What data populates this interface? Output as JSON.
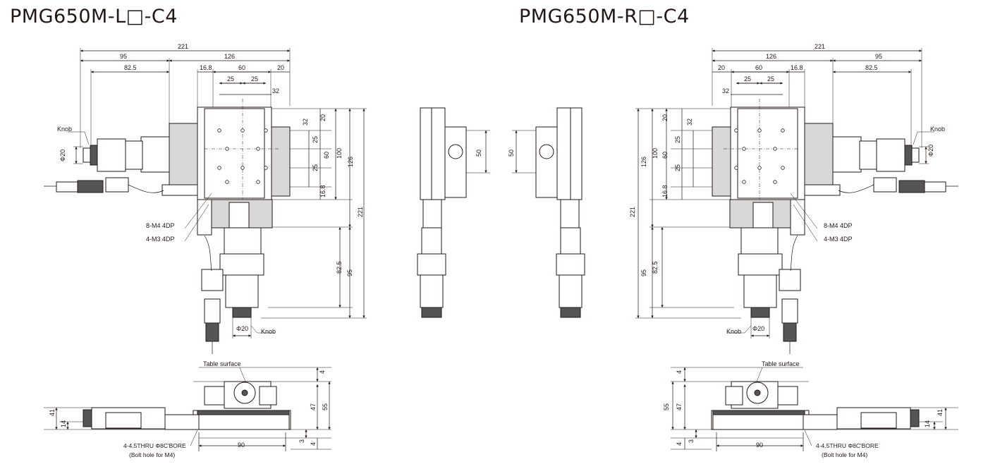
{
  "titles": {
    "left": "PMG650M-L□-C4",
    "right": "PMG650M-R□-C4"
  },
  "dims": {
    "d221": "221",
    "d95": "95",
    "d126": "126",
    "d82_5": "82.5",
    "d16_8": "16.8",
    "d60": "60",
    "d20": "20",
    "d25": "25",
    "d32": "32",
    "d100": "100",
    "d50": "50",
    "d41": "41",
    "d14": "14",
    "d47": "47",
    "d55": "55",
    "d4": "4",
    "d3": "3",
    "d90": "90",
    "phi20": "Φ20"
  },
  "labels": {
    "knob": "Knob",
    "m4": "8-M4 4DP",
    "m3": "4-M3 4DP",
    "table_surface": "Table surface",
    "thru": "4-4.5THRU Φ8C'BORE",
    "bolt": "(Bolt hole for M4)"
  }
}
